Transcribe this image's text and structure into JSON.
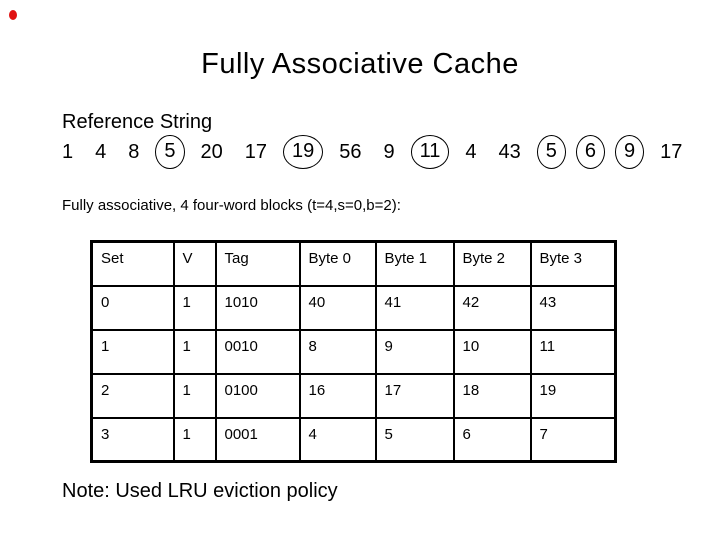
{
  "title": "Fully Associative Cache",
  "reference_string": {
    "label": "Reference String",
    "items": [
      {
        "value": "1",
        "circled": false
      },
      {
        "value": "4",
        "circled": false
      },
      {
        "value": "8",
        "circled": false
      },
      {
        "value": "5",
        "circled": true
      },
      {
        "value": "20",
        "circled": false
      },
      {
        "value": "17",
        "circled": false
      },
      {
        "value": "19",
        "circled": true
      },
      {
        "value": "56",
        "circled": false
      },
      {
        "value": "9",
        "circled": false
      },
      {
        "value": "11",
        "circled": true
      },
      {
        "value": "4",
        "circled": false
      },
      {
        "value": "43",
        "circled": false
      },
      {
        "value": "5",
        "circled": true
      },
      {
        "value": "6",
        "circled": true
      },
      {
        "value": "9",
        "circled": true
      },
      {
        "value": "17",
        "circled": false
      }
    ]
  },
  "config_line": "Fully associative, 4 four-word blocks (t=4,s=0,b=2):",
  "cache_table": {
    "headers": [
      "Set",
      "V",
      "Tag",
      "Byte 0",
      "Byte 1",
      "Byte 2",
      "Byte 3"
    ],
    "rows": [
      [
        "0",
        "1",
        "1010",
        "40",
        "41",
        "42",
        "43"
      ],
      [
        "1",
        "1",
        "0010",
        "8",
        "9",
        "10",
        "11"
      ],
      [
        "2",
        "1",
        "0100",
        "16",
        "17",
        "18",
        "19"
      ],
      [
        "3",
        "1",
        "0001",
        "4",
        "5",
        "6",
        "7"
      ]
    ]
  },
  "note": "Note: Used LRU eviction policy",
  "colors": {
    "text": "#000000",
    "background": "#ffffff",
    "marker_red": "#e01212",
    "table_border": "#000000"
  }
}
